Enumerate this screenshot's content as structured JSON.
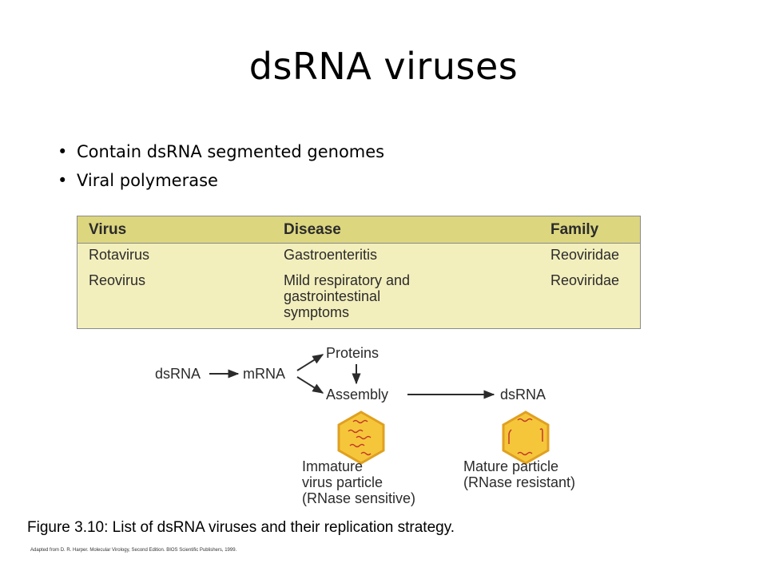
{
  "slide": {
    "title": "dsRNA viruses",
    "bullets": [
      "Contain dsRNA segmented genomes",
      "Viral polymerase"
    ]
  },
  "table": {
    "headers": [
      "Virus",
      "Disease",
      "Family"
    ],
    "rows": [
      {
        "virus": "Rotavirus",
        "disease": [
          "Gastroenteritis"
        ],
        "family": "Reoviridae"
      },
      {
        "virus": "Reovirus",
        "disease": [
          "Mild respiratory and",
          "gastrointestinal",
          "symptoms"
        ],
        "family": "Reoviridae"
      }
    ]
  },
  "diagram": {
    "dsrna_start": "dsRNA",
    "mrna": "mRNA",
    "proteins": "Proteins",
    "assembly": "Assembly",
    "dsrna_end": "dsRNA",
    "immature_label": [
      "Immature",
      "virus particle",
      "(RNase sensitive)"
    ],
    "mature_label": [
      "Mature particle",
      "(RNase resistant)"
    ]
  },
  "caption": "Figure 3.10: List of dsRNA viruses and their replication strategy.",
  "credit": "Adapted from D. R. Harper. Molecular Virology, Second Edition. BIOS Scientific Publishers, 1999.",
  "colors": {
    "table_header": "#dcd67f",
    "table_body": "#f3efbd",
    "capsid_fill": "#f6c63a",
    "capsid_stroke": "#e0a020",
    "rna_squiggle": "#c0392b"
  }
}
